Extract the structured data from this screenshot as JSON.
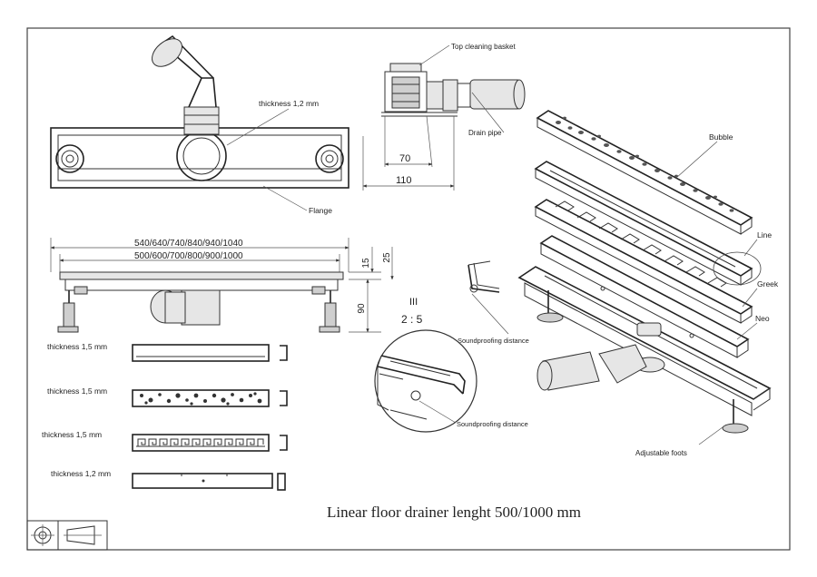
{
  "title": "Linear floor drainer lenght 500/1000 mm",
  "top_view": {
    "thickness_label": "thickness 1,2 mm",
    "flange_label": "Flange"
  },
  "side_section": {
    "basket_label": "Top cleaning basket",
    "drain_pipe_label": "Drain pipe",
    "dim_70": "70",
    "dim_110": "110"
  },
  "front_view": {
    "dim_outer": "540/640/740/840/940/1040",
    "dim_inner": "500/600/700/800/900/1000",
    "dim_15": "15",
    "dim_25": "25",
    "dim_90": "90"
  },
  "detail": {
    "mark": "III",
    "scale": "2 : 5",
    "soundproofing_1": "Soundproofing distance",
    "soundproofing_2": "Soundproofing distance"
  },
  "grates": [
    {
      "thickness": "thickness 1,5 mm"
    },
    {
      "thickness": "thickness 1,5 mm"
    },
    {
      "thickness": "thickness 1,5 mm"
    },
    {
      "thickness": "thickness 1,2 mm"
    }
  ],
  "exploded": {
    "bubble": "Bubble",
    "line": "Line",
    "greek": "Greek",
    "neo": "Neo",
    "feet": "Adjustable foots"
  }
}
